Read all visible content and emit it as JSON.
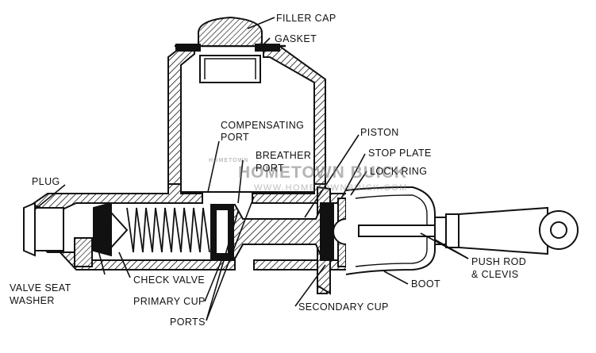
{
  "labels": {
    "filler_cap": "FILLER CAP",
    "gasket": "GASKET",
    "compensating_port_1": "COMPENSATING",
    "compensating_port_2": "PORT",
    "breather_port_1": "BREATHER",
    "breather_port_2": "PORT",
    "piston": "PISTON",
    "stop_plate": "STOP PLATE",
    "lock_ring": "LOCK RING",
    "plug": "PLUG",
    "valve_seat_washer_1": "VALVE SEAT",
    "valve_seat_washer_2": "WASHER",
    "check_valve": "CHECK VALVE",
    "primary_cup": "PRIMARY CUP",
    "ports": "PORTS",
    "secondary_cup": "SECONDARY CUP",
    "boot": "BOOT",
    "push_rod_1": "PUSH ROD",
    "push_rod_2": "& CLEVIS"
  },
  "watermark": {
    "small": "HOMETOWN",
    "big": "HOMETOWN BUICK",
    "url": "WWW.HOMETOWNBUICK.COM"
  },
  "colors": {
    "ink": "#111111",
    "paper": "#ffffff",
    "watermark": "#888888"
  }
}
